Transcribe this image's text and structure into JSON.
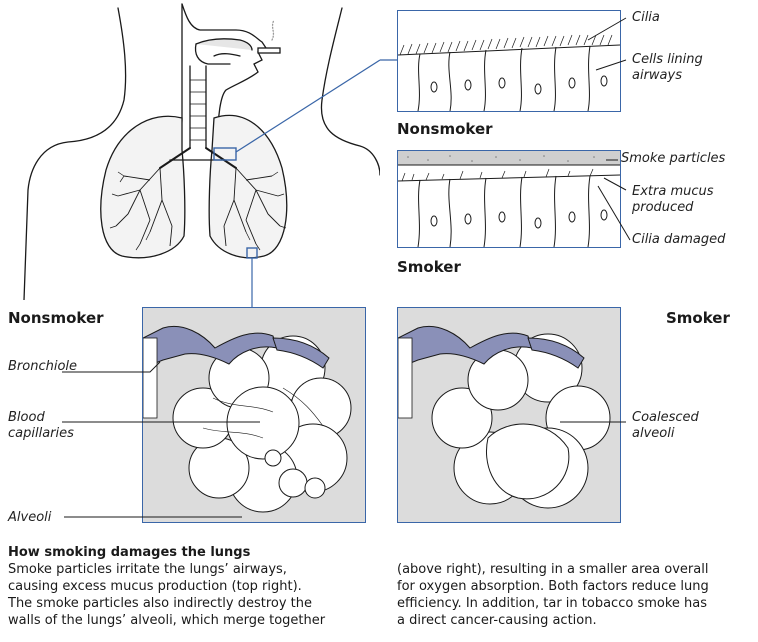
{
  "labels": {
    "cilia": "Cilia",
    "cells_lining": "Cells lining",
    "airways": "airways",
    "nonsmoker_top": "Nonsmoker",
    "smoke_particles": "Smoke particles",
    "extra_mucus": "Extra mucus",
    "produced": "produced",
    "cilia_damaged": "Cilia damaged",
    "smoker_top": "Smoker",
    "nonsmoker_bottom": "Nonsmoker",
    "smoker_bottom": "Smoker",
    "bronchiole": "Bronchiole",
    "blood": "Blood",
    "capillaries": "capillaries",
    "alveoli": "Alveoli",
    "coalesced": "Coalesced",
    "alveoli2": "alveoli"
  },
  "caption": {
    "title": "How smoking damages the lungs",
    "left_lines": [
      "Smoke particles irritate the lungs’ airways,",
      "causing excess mucus production (top right).",
      "The smoke particles also indirectly destroy the",
      "walls of the lungs’ alveoli, which merge together"
    ],
    "right_lines": [
      "(above right), resulting in a smaller area overall",
      "for oxygen absorption. Both factors reduce lung",
      "efficiency. In addition, tar in tobacco smoke has",
      "a direct cancer-causing action."
    ]
  },
  "colors": {
    "accent": "#3a66a8",
    "panel_gray": "#dcdcdc"
  }
}
